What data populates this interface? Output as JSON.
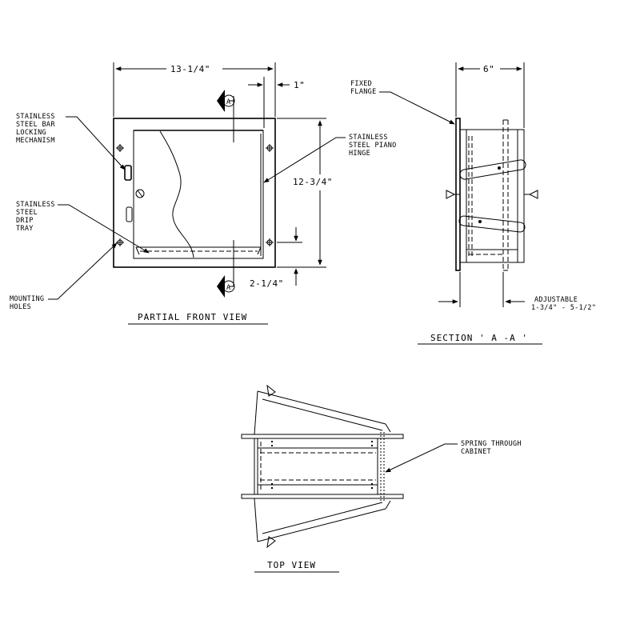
{
  "front_view": {
    "title": "PARTIAL FRONT VIEW",
    "dim_width": "13-1/4\"",
    "dim_height": "12-3/4\"",
    "dim_offset_top": "1\"",
    "dim_offset_bottom": "2-1/4\"",
    "section_marker": "A",
    "callout_lock": [
      "STAINLESS",
      "STEEL BAR",
      "LOCKING",
      "MECHANISM"
    ],
    "callout_drip": [
      "STAINLESS",
      "STEEL",
      "DRIP",
      "TRAY"
    ],
    "callout_mount": [
      "MOUNTING",
      "HOLES"
    ],
    "callout_hinge": [
      "STAINLESS",
      "STEEL PIANO",
      "HINGE"
    ]
  },
  "section_view": {
    "title": "SECTION ' A -A '",
    "dim_depth": "6\"",
    "callout_flange": [
      "FIXED",
      "FLANGE"
    ],
    "callout_adjust": [
      "ADJUSTABLE",
      "1-3/4\" - 5-1/2\""
    ]
  },
  "top_view": {
    "title": "TOP VIEW",
    "callout_spring": [
      "SPRING THROUGH",
      "CABINET"
    ]
  }
}
